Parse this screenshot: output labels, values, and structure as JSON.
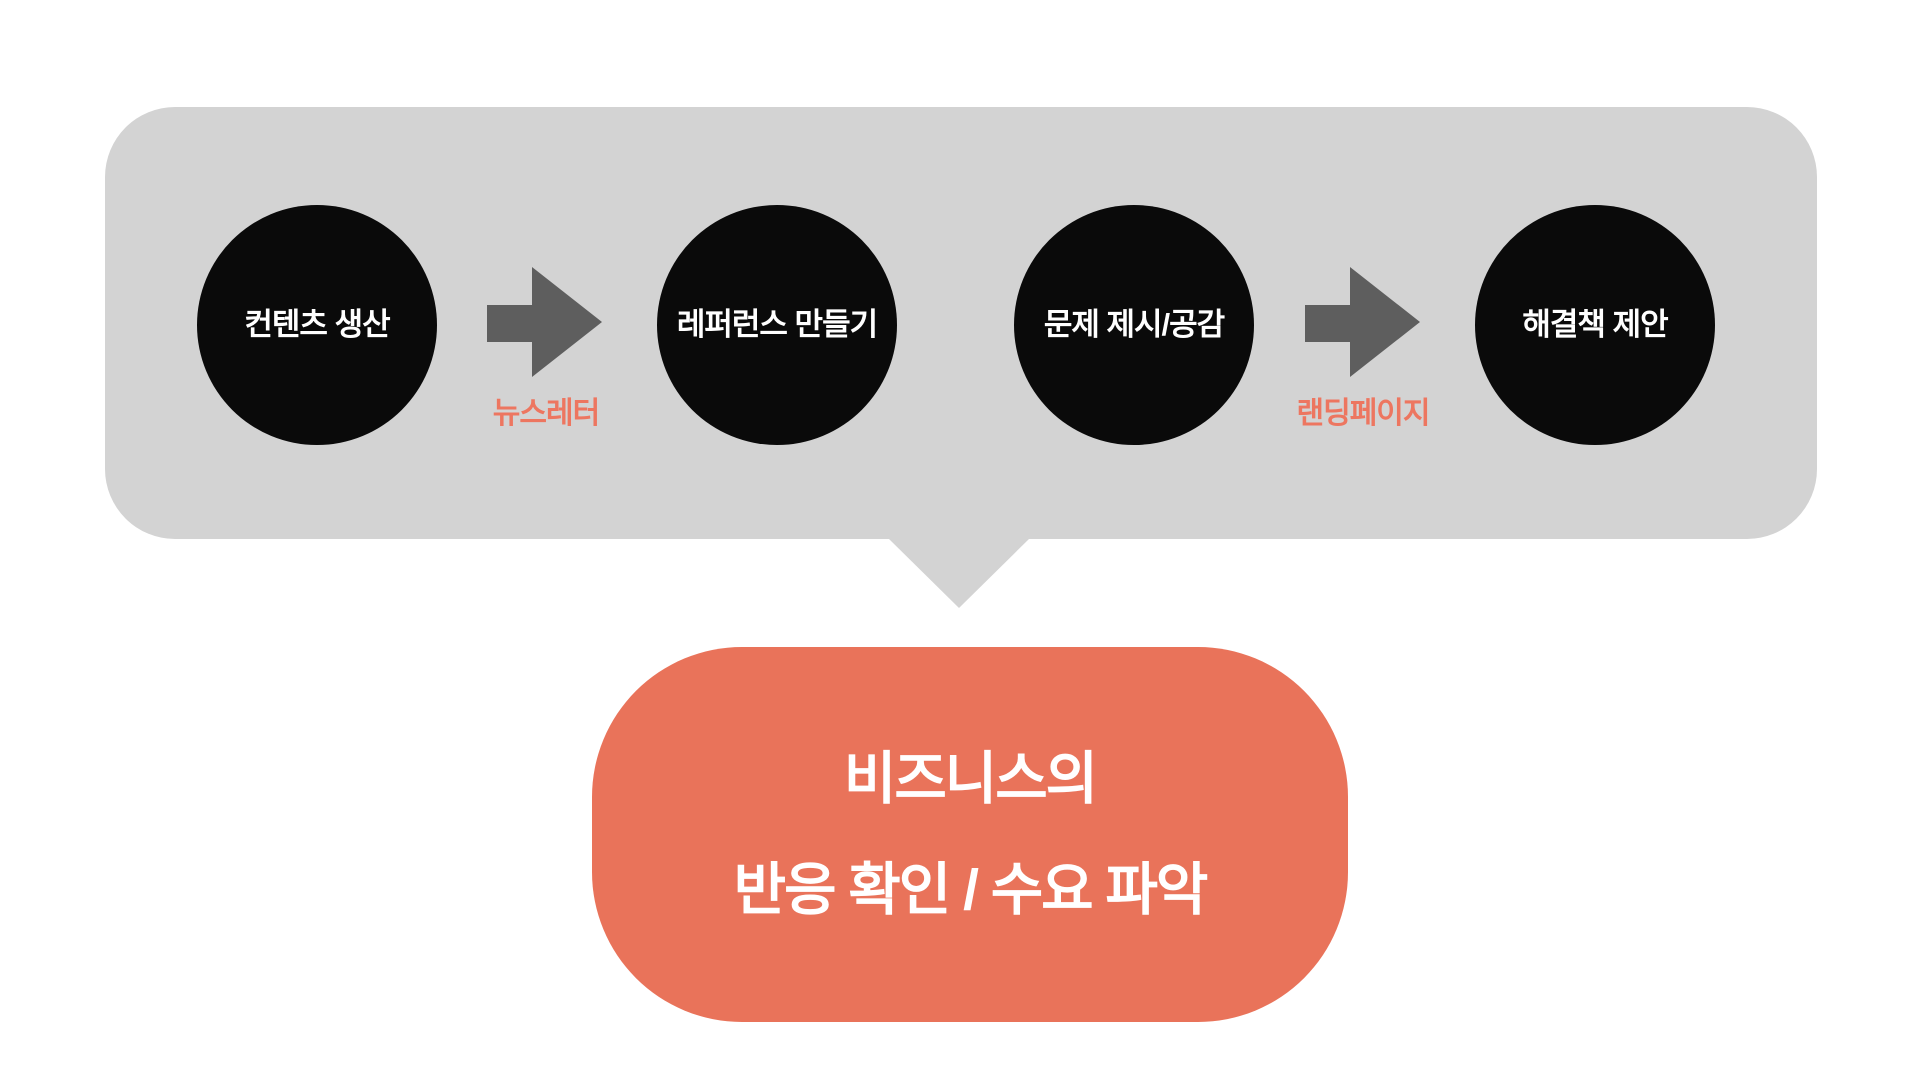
{
  "page": {
    "background": "#FFFFFF"
  },
  "process_panel": {
    "background_color": "#D3D3D3",
    "step_circle_color": "#0A0A0A",
    "step_text_color": "#FFFFFF",
    "arrow_color": "#5E5E5E",
    "connector_label_color": "#ED7660",
    "steps": [
      {
        "label": "컨텐츠 생산"
      },
      {
        "label": "레퍼런스 만들기"
      },
      {
        "label": "문제 제시/공감"
      },
      {
        "label": "해결책 제안"
      }
    ],
    "connectors": [
      {
        "label": "뉴스레터"
      },
      {
        "label": "랜딩페이지"
      }
    ]
  },
  "callout": {
    "background_color": "#E9735A",
    "text_color": "#FFFFFF",
    "lines": [
      "비즈니스의",
      "반응 확인 / 수요 파악"
    ]
  }
}
